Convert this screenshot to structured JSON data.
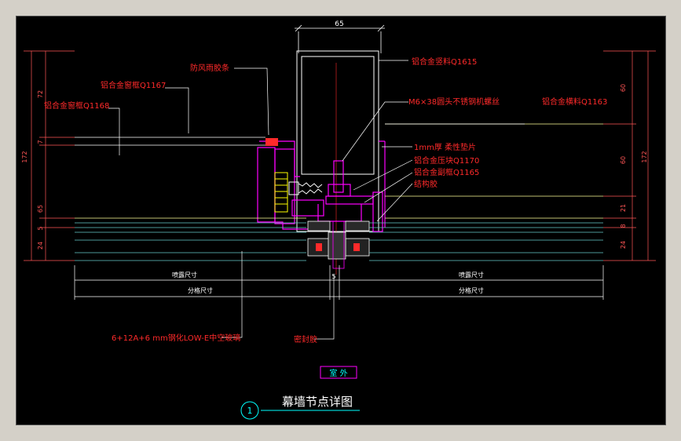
{
  "drawing": {
    "title": "幕墙节点详图",
    "detail_number": "1",
    "outdoor_label": "室 外"
  },
  "annotations": {
    "mullion": "铝合金竖料Q1615",
    "transom": "铝合金横料Q1163",
    "sash_frame": "铝合金窗框Q1168",
    "window_sash": "铝合金窗框Q1167",
    "weather_seal": "防风雨胶条",
    "screw": "M6×38圆头不锈钢机螺丝",
    "pad": "1mm厚 柔性垫片",
    "pressure_block": "铝合金压块Q1170",
    "sub_frame": "铝合金副框Q1165",
    "structural_sealant": "结构胶",
    "glass": "6+12A+6 mm钢化LOW-E中空玻璃",
    "sealant": "密封胶"
  },
  "dimensions": {
    "top_width": "65",
    "joint_width": "5",
    "left_total": "172",
    "left_dims": [
      "72",
      "7",
      "65",
      "5",
      "24"
    ],
    "right_total": "172",
    "right_dims": [
      "60",
      "60",
      "21",
      "8",
      "24"
    ],
    "visible_size": "喷露尺寸",
    "grid_size": "分格尺寸"
  },
  "colors": {
    "background": "#000000",
    "annotation_red": "#ff2a2a",
    "profile_magenta": "#ff00ff",
    "dimension_white": "#ffffff",
    "leader_yellow": "#ffff99",
    "glass_cyan": "#66cccc",
    "title_cyan": "#00ffff"
  }
}
